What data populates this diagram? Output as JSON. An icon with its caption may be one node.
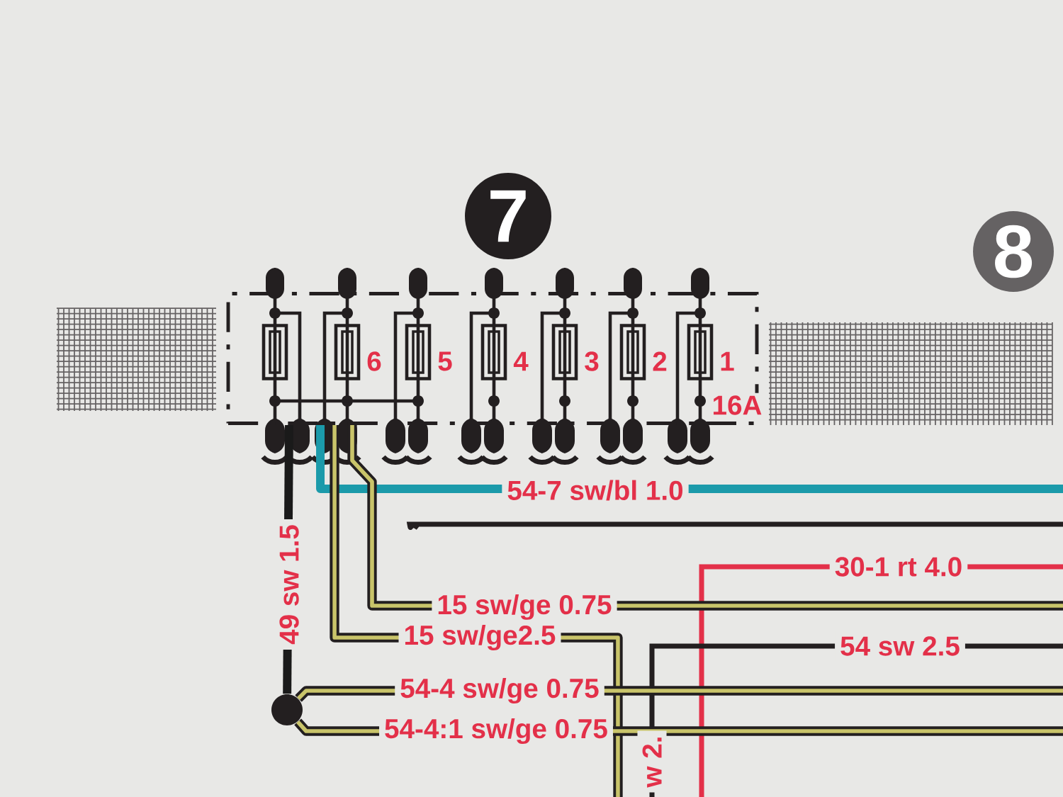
{
  "diagram": {
    "nodes": [
      {
        "text": [
          "7"
        ]
      },
      {
        "text": [
          "8"
        ]
      },
      {
        "text": [],
        "shape": "box"
      },
      {
        "text": [],
        "shape": "box",
        "in": 2
      },
      {
        "text": [],
        "shape": "box",
        "in": 2,
        "beside": [
          "6"
        ]
      },
      {
        "text": [],
        "shape": "box",
        "in": 2,
        "beside": [
          "5"
        ]
      },
      {
        "text": [],
        "shape": "box",
        "in": 2,
        "beside": [
          "4"
        ]
      },
      {
        "text": [],
        "shape": "box",
        "in": 2,
        "beside": [
          "3"
        ]
      },
      {
        "text": [],
        "shape": "box",
        "in": 2,
        "beside": [
          "2"
        ]
      },
      {
        "text": [],
        "shape": "box",
        "in": 2,
        "beside": [
          "1",
          "16A"
        ]
      },
      {
        "text": [],
        "shape": "circle"
      }
    ],
    "edges": [
      {
        "from": 2,
        "to": 10,
        "arrow": "none",
        "label": "49 sw 1.5",
        "color": "#1a1a1a"
      },
      {
        "from": 2,
        "to": null,
        "arrow": "none",
        "label": "54-7 sw/bl 1.0",
        "color": "#1b9aaa"
      },
      {
        "from": 2,
        "to": null,
        "arrow": "none",
        "label": "15 sw/ge 0.75"
      },
      {
        "from": 2,
        "to": null,
        "arrow": "none",
        "label": "15 sw/ge2.5"
      },
      {
        "from": 10,
        "to": null,
        "arrow": "none",
        "label": "54-4 sw/ge 0.75"
      },
      {
        "from": 10,
        "to": null,
        "arrow": "none",
        "label": "54-4:1 sw/ge 0.75"
      }
    ],
    "labels": [
      "30-1 rt 4.0",
      "54 sw 2.5",
      "w 2."
    ]
  }
}
